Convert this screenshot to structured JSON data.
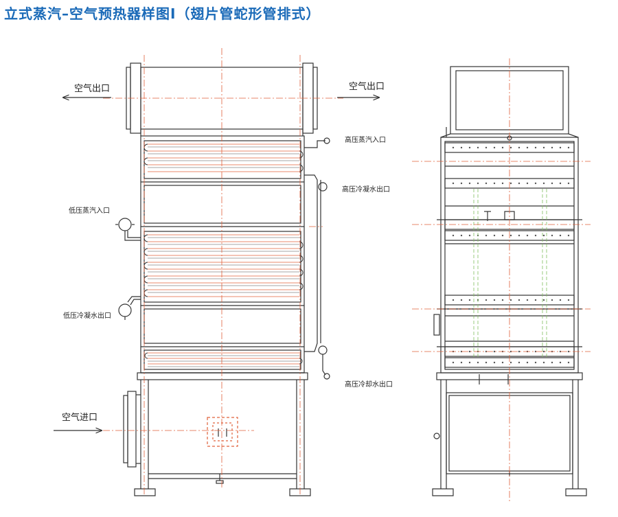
{
  "title": "立式蒸汽–空气预热器样图Ⅰ（翅片管蛇形管排式）",
  "labels": {
    "air_out_left": "空气出口",
    "air_out_right": "空气出口",
    "air_in": "空气进口",
    "hp_steam_in": "高压蒸汽入口",
    "hp_condensate_out": "高压冷凝水出口",
    "lp_steam_in": "低压蒸汽入口",
    "lp_condensate_out": "低压冷凝水出口",
    "hp_cooling_water_out": "高压冷却水出口"
  },
  "colors": {
    "title": "#1a6ab8",
    "line": "#333333",
    "centerline": "#e0603a",
    "guide": "#7fbf5f"
  }
}
